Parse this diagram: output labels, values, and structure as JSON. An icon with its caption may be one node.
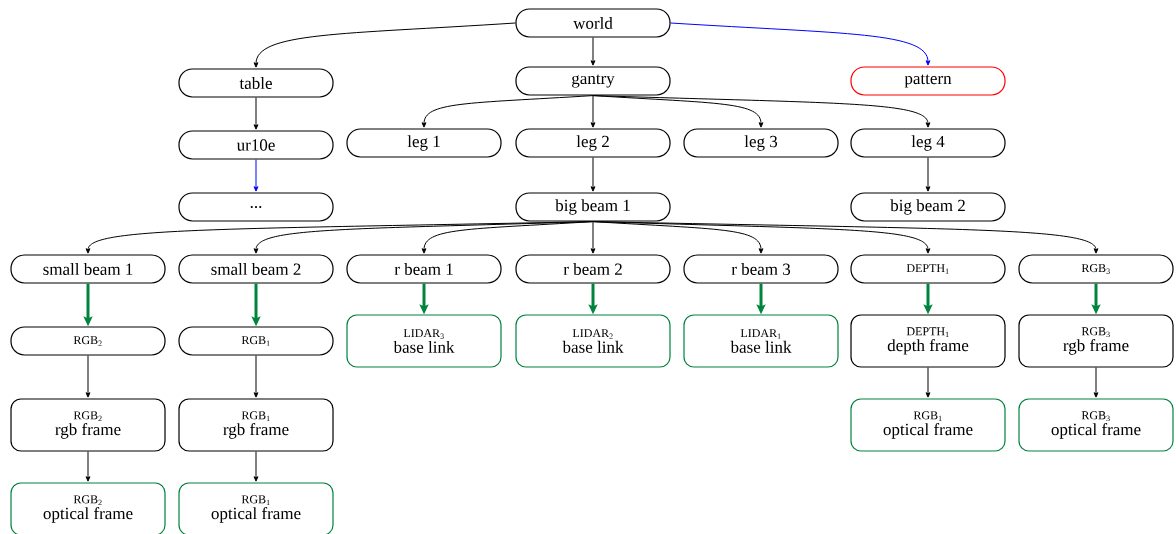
{
  "diagram": {
    "nodes": [
      {
        "text": [
          "world"
        ]
      },
      {
        "text": [
          "table"
        ]
      },
      {
        "text": [
          "gantry"
        ]
      },
      {
        "text": [
          "pattern"
        ]
      },
      {
        "text": [
          "ur10e"
        ]
      },
      {
        "text": [
          "leg 1"
        ]
      },
      {
        "text": [
          "leg 2"
        ]
      },
      {
        "text": [
          "leg 3"
        ]
      },
      {
        "text": [
          "leg 4"
        ]
      },
      {
        "text": [
          "..."
        ]
      },
      {
        "text": [
          "big beam 1"
        ]
      },
      {
        "text": [
          "big beam 2"
        ]
      },
      {
        "text": [
          "small beam 1"
        ]
      },
      {
        "text": [
          "small beam 2"
        ]
      },
      {
        "text": [
          "r beam 1"
        ]
      },
      {
        "text": [
          "r beam 2"
        ]
      },
      {
        "text": [
          "r beam 3"
        ]
      },
      {
        "text": [
          "DEPTH$_{1}$"
        ]
      },
      {
        "text": [
          "RGB$_{3}$"
        ]
      },
      {
        "text": [
          "RGB$_{2}$"
        ]
      },
      {
        "text": [
          "RGB$_{1}$"
        ]
      },
      {
        "text": [
          "LIDAR$_{3}$",
          "base link"
        ]
      },
      {
        "text": [
          "LIDAR$_{2}$",
          "base link"
        ]
      },
      {
        "text": [
          "LIDAR$_{1}$",
          "base link"
        ]
      },
      {
        "text": [
          "DEPTH$_{1}$",
          "depth frame"
        ]
      },
      {
        "text": [
          "RGB$_{3}$",
          "rgb frame"
        ]
      },
      {
        "text": [
          "RGB$_{2}$",
          "rgb frame"
        ]
      },
      {
        "text": [
          "RGB$_{1}$",
          "rgb frame"
        ]
      },
      {
        "text": [
          "RGB$_{1}$",
          "optical frame"
        ]
      },
      {
        "text": [
          "RGB$_{3}$",
          "optical frame"
        ]
      },
      {
        "text": [
          "RGB$_{2}$",
          "optical frame"
        ]
      },
      {
        "text": [
          "RGB$_{1}$",
          "optical frame"
        ]
      }
    ],
    "edges": [
      {
        "from": 0,
        "to": 1,
        "arrow": "to"
      },
      {
        "from": 0,
        "to": 2,
        "arrow": "to"
      },
      {
        "from": 0,
        "to": 3,
        "arrow": "to",
        "color": "#0000ff"
      },
      {
        "from": 1,
        "to": 4,
        "arrow": "to"
      },
      {
        "from": 4,
        "to": 9,
        "arrow": "to",
        "color": "#0000ff"
      },
      {
        "from": 2,
        "to": 5,
        "arrow": "to"
      },
      {
        "from": 2,
        "to": 6,
        "arrow": "to"
      },
      {
        "from": 2,
        "to": 7,
        "arrow": "to"
      },
      {
        "from": 2,
        "to": 8,
        "arrow": "to"
      },
      {
        "from": 6,
        "to": 10,
        "arrow": "to"
      },
      {
        "from": 8,
        "to": 11,
        "arrow": "to"
      },
      {
        "from": 10,
        "to": 12,
        "arrow": "to"
      },
      {
        "from": 10,
        "to": 13,
        "arrow": "to"
      },
      {
        "from": 10,
        "to": 14,
        "arrow": "to"
      },
      {
        "from": 10,
        "to": 15,
        "arrow": "to"
      },
      {
        "from": 10,
        "to": 16,
        "arrow": "to"
      },
      {
        "from": 10,
        "to": 17,
        "arrow": "to"
      },
      {
        "from": 10,
        "to": 18,
        "arrow": "to"
      },
      {
        "from": 12,
        "to": 19,
        "arrow": "to",
        "style": "thick",
        "color": "#00843d"
      },
      {
        "from": 13,
        "to": 20,
        "arrow": "to",
        "style": "thick",
        "color": "#00843d"
      },
      {
        "from": 14,
        "to": 21,
        "arrow": "to",
        "style": "thick",
        "color": "#00843d"
      },
      {
        "from": 15,
        "to": 22,
        "arrow": "to",
        "style": "thick",
        "color": "#00843d"
      },
      {
        "from": 16,
        "to": 23,
        "arrow": "to",
        "style": "thick",
        "color": "#00843d"
      },
      {
        "from": 17,
        "to": 24,
        "arrow": "to",
        "style": "thick",
        "color": "#00843d"
      },
      {
        "from": 18,
        "to": 25,
        "arrow": "to",
        "style": "thick",
        "color": "#00843d"
      },
      {
        "from": 19,
        "to": 26,
        "arrow": "to"
      },
      {
        "from": 20,
        "to": 27,
        "arrow": "to"
      },
      {
        "from": 24,
        "to": 28,
        "arrow": "to"
      },
      {
        "from": 25,
        "to": 29,
        "arrow": "to"
      },
      {
        "from": 26,
        "to": 30,
        "arrow": "to"
      },
      {
        "from": 27,
        "to": 31,
        "arrow": "to"
      }
    ]
  }
}
